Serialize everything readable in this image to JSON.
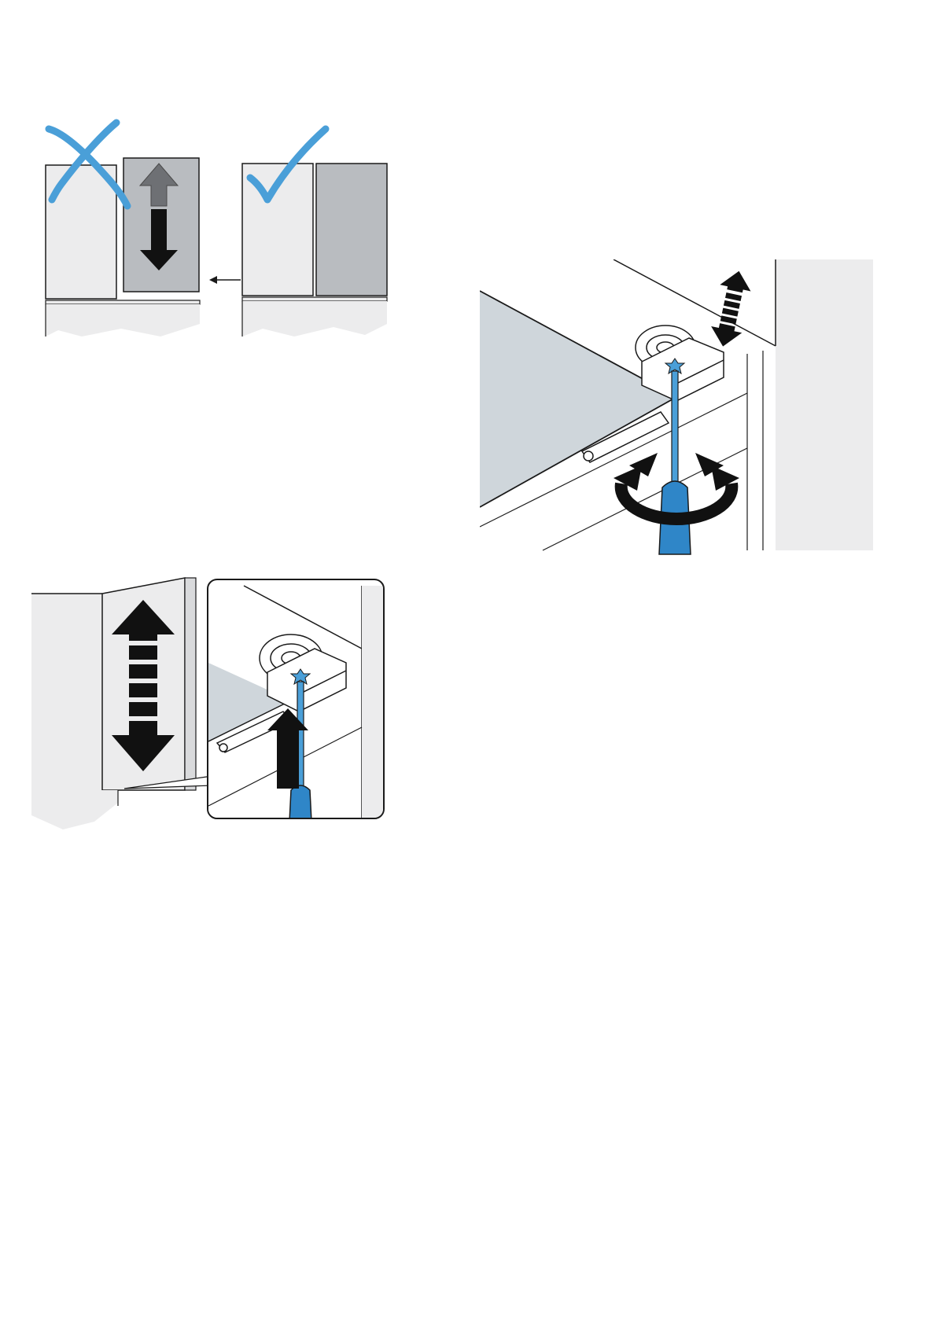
{
  "figures": [
    {
      "id": "comparison",
      "panels": [
        {
          "id": "wrong",
          "symbol": "cross-icon",
          "mark_color": "#4a9fd8"
        },
        {
          "id": "right",
          "symbol": "check-icon",
          "mark_color": "#4a9fd8"
        }
      ]
    },
    {
      "id": "door-height-adjustment",
      "symbols": [
        "double-arrow-icon",
        "up-arrow-icon",
        "screwdriver-icon"
      ]
    },
    {
      "id": "hinge-screw-turn",
      "symbols": [
        "double-arrow-icon",
        "rotate-arrow-icon",
        "screwdriver-icon"
      ]
    }
  ],
  "colors": {
    "accent": "#4a9fd8",
    "panel_light": "#ececed",
    "panel_grey": "#b9bcc0",
    "panel_blue_grey": "#cfd6db",
    "ink": "#1a1a1a"
  }
}
